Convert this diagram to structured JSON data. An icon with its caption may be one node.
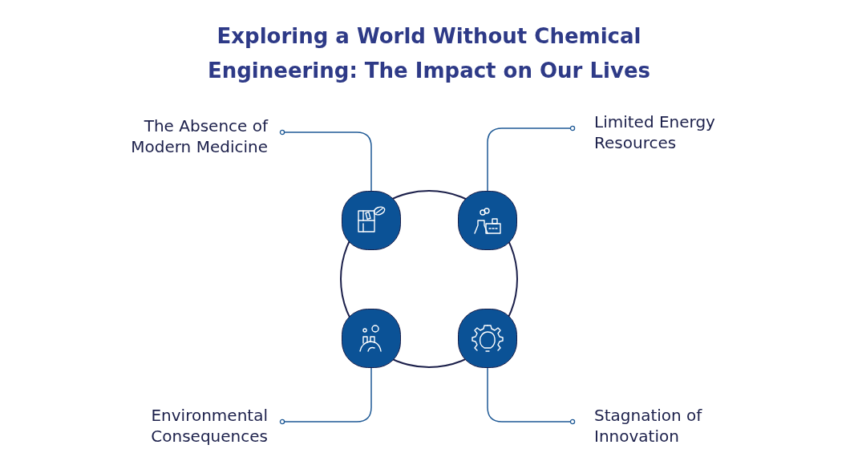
{
  "diagram": {
    "title": "Exploring a World Without Chemical Engineering: The Impact on Our Lives",
    "nodes": [
      {
        "text": [
          "The Absence of Modern Medicine"
        ]
      },
      {
        "text": [
          "Limited Energy Resources"
        ]
      },
      {
        "text": [],
        "shape": "circle"
      },
      {
        "text": [],
        "shape": "circle"
      },
      {
        "text": [],
        "shape": "circle"
      },
      {
        "text": [],
        "shape": "circle"
      },
      {
        "text": [
          "Environmental Consequences"
        ]
      },
      {
        "text": [
          "Stagnation of Innovation"
        ]
      }
    ],
    "edges": [
      {
        "from": 0,
        "to": 2,
        "arrow": "other"
      },
      {
        "from": 1,
        "to": 3,
        "arrow": "other"
      },
      {
        "from": 6,
        "to": 4,
        "arrow": "other"
      },
      {
        "from": 7,
        "to": 5,
        "arrow": "other"
      }
    ]
  }
}
